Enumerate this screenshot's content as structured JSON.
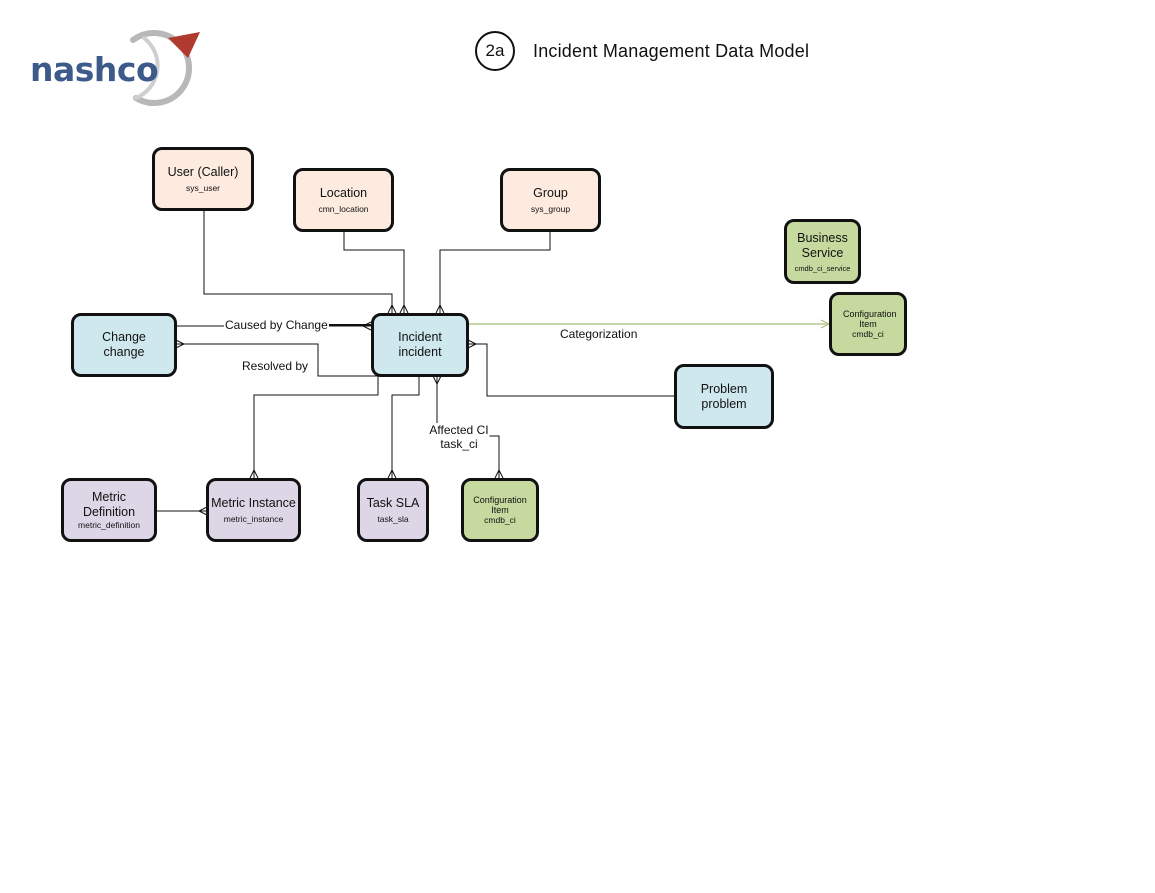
{
  "logo": {
    "text": "nashco"
  },
  "header": {
    "badge": "2a",
    "title": "Incident Management Data Model"
  },
  "colors": {
    "identity": "#fdebe0",
    "task": "#cfe8ee",
    "metric": "#dcd6e6",
    "cmdb": "#c6d99f",
    "categorization_line": "#a9c17a"
  },
  "entities": {
    "user": {
      "title": "User (Caller)",
      "table": "sys_user"
    },
    "location": {
      "title": "Location",
      "table": "cmn_location"
    },
    "group": {
      "title": "Group",
      "table": "sys_group"
    },
    "business_service": {
      "title": "Business Service",
      "table": "cmdb_ci_service"
    },
    "config_item_top": {
      "title": "Configuration Item",
      "table": "cmdb_ci"
    },
    "change": {
      "title": "Change",
      "table": "change"
    },
    "incident": {
      "title": "Incident",
      "table": "incident"
    },
    "problem": {
      "title": "Problem",
      "table": "problem"
    },
    "metric_definition": {
      "title": "Metric Definition",
      "table": "metric_definition"
    },
    "metric_instance": {
      "title": "Metric Instance",
      "table": "metric_instance"
    },
    "task_sla": {
      "title": "Task SLA",
      "table": "task_sla"
    },
    "config_item_bottom": {
      "title": "Configuration Item",
      "table": "cmdb_ci"
    }
  },
  "relations": {
    "caused_by": "Caused by Change",
    "resolved_by": "Resolved by",
    "categorization": "Categorization",
    "affected_ci": "Affected CI",
    "affected_ci_table": "task_ci"
  }
}
